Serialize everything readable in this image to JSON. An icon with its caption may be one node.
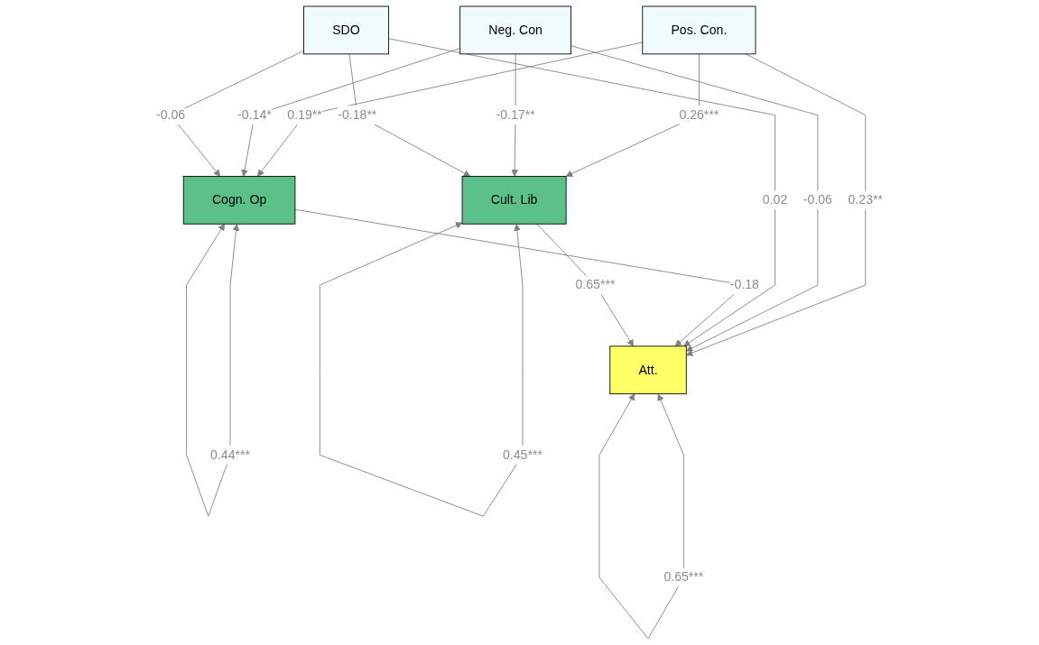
{
  "diagram": {
    "nodes": [
      {
        "text": [
          "Pos. Con."
        ]
      },
      {
        "text": [
          "Neg. Con"
        ]
      },
      {
        "text": [
          "SDO"
        ]
      },
      {
        "text": [
          "Cogn. Op"
        ]
      },
      {
        "text": [
          "Cult. Lib"
        ]
      },
      {
        "text": [
          "Att."
        ]
      }
    ],
    "edges": [
      {
        "from": 0,
        "to": 3,
        "arrow": "to",
        "label": "0.19**"
      },
      {
        "from": 0,
        "to": 5,
        "arrow": "to",
        "label": "0.23**"
      },
      {
        "from": 0,
        "to": 4,
        "arrow": "to",
        "label": "0.26***"
      },
      {
        "from": 1,
        "to": 3,
        "arrow": "to",
        "label": "-0.14*"
      },
      {
        "from": 1,
        "to": 5,
        "arrow": "to",
        "label": "-0.06"
      },
      {
        "from": 1,
        "to": 4,
        "arrow": "to",
        "label": "-0.17**"
      },
      {
        "from": 2,
        "to": 3,
        "arrow": "to",
        "label": "-0.06"
      },
      {
        "from": 2,
        "to": 5,
        "arrow": "to",
        "label": "0.02"
      },
      {
        "from": 2,
        "to": 4,
        "arrow": "to",
        "label": "-0.18**"
      },
      {
        "from": 3,
        "to": 3,
        "arrow": "both",
        "label": "0.44***"
      },
      {
        "from": 4,
        "to": 4,
        "arrow": "both",
        "label": "0.45***"
      },
      {
        "from": 3,
        "to": 5,
        "arrow": "to",
        "label": "-0.18"
      },
      {
        "from": 4,
        "to": 5,
        "arrow": "to",
        "label": "0.65***"
      },
      {
        "from": 5,
        "to": 5,
        "arrow": "both",
        "label": "0.65***"
      }
    ]
  }
}
